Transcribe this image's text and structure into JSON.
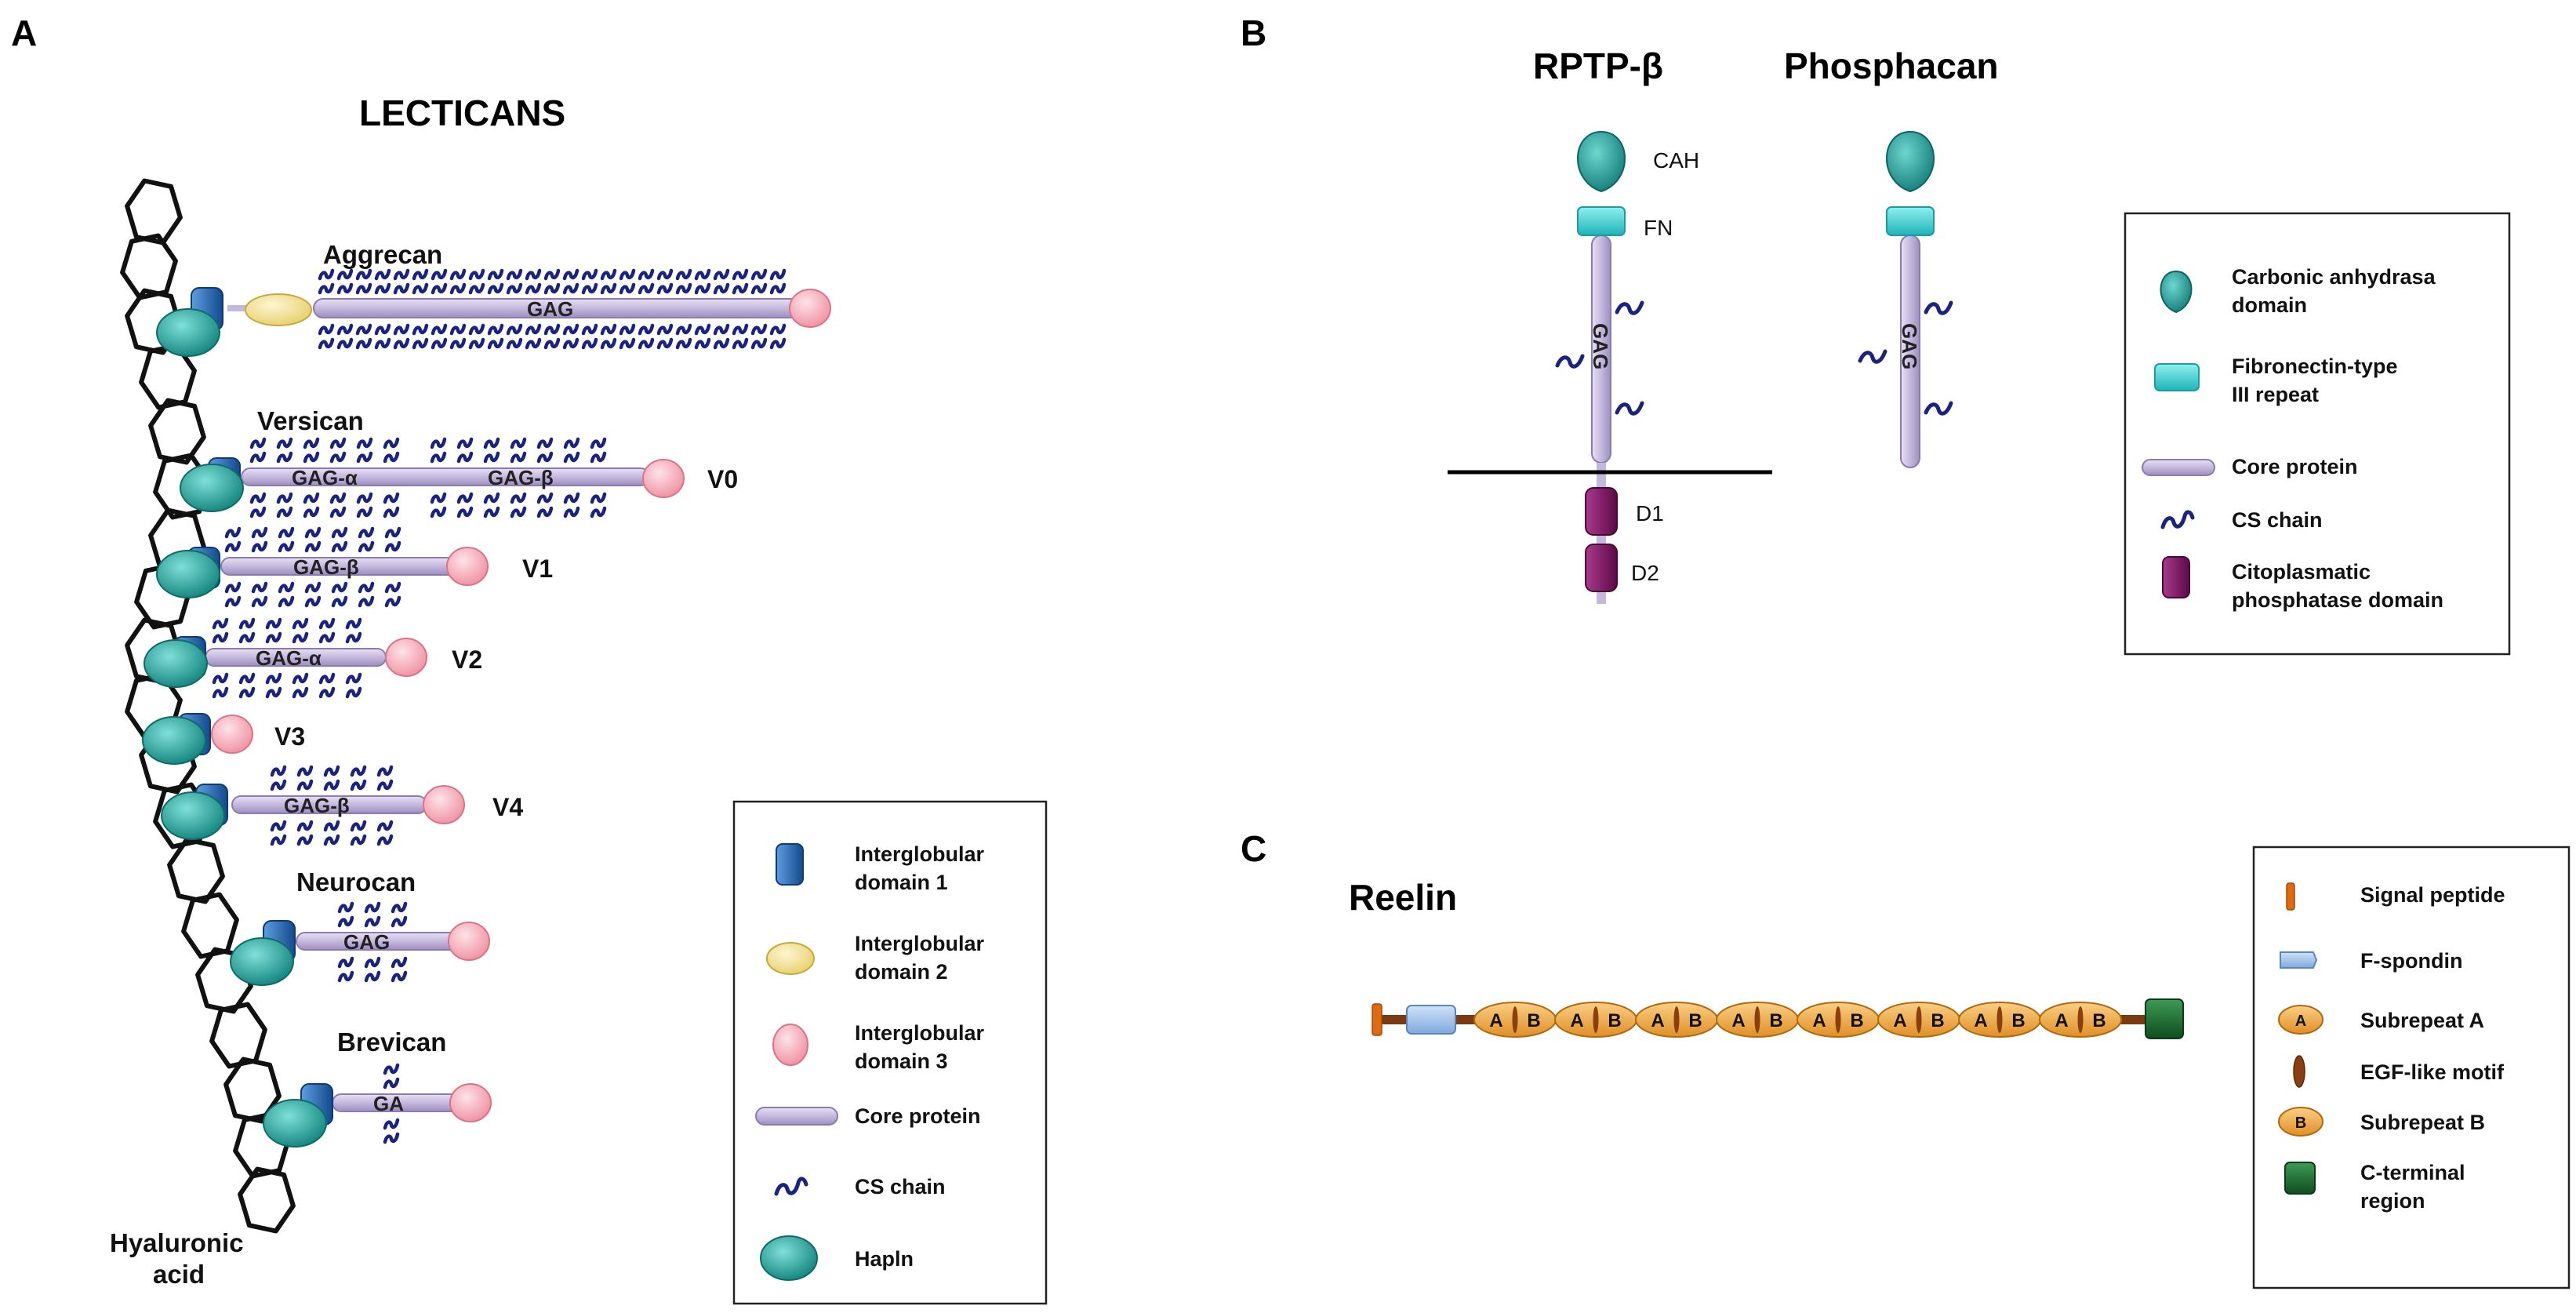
{
  "panels": {
    "a": {
      "letter": "A",
      "title": "LECTICANS",
      "hyaluronic_acid_label": "Hyaluronic acid",
      "molecules": {
        "aggrecan": {
          "name": "Aggrecan",
          "gag": "GAG"
        },
        "versican": {
          "name": "Versican",
          "gag_alpha": "GAG-α",
          "gag_beta": "GAG-β",
          "isoform": "V0"
        },
        "v1": {
          "gag": "GAG-β",
          "isoform": "V1"
        },
        "v2": {
          "gag": "GAG-α",
          "isoform": "V2"
        },
        "v3": {
          "isoform": "V3"
        },
        "v4": {
          "gag": "GAG-β",
          "isoform": "V4"
        },
        "neurocan": {
          "name": "Neurocan",
          "gag": "GAG"
        },
        "brevican": {
          "name": "Brevican",
          "gag": "GA"
        }
      },
      "legend": [
        {
          "icon": "interglobular-domain-1-icon",
          "lines": [
            "Interglobular",
            "domain 1"
          ]
        },
        {
          "icon": "interglobular-domain-2-icon",
          "lines": [
            "Interglobular",
            "domain 2"
          ]
        },
        {
          "icon": "interglobular-domain-3-icon",
          "lines": [
            "Interglobular",
            "domain 3"
          ]
        },
        {
          "icon": "core-protein-icon",
          "lines": [
            "Core protein"
          ]
        },
        {
          "icon": "cs-chain-icon",
          "lines": [
            "CS chain"
          ]
        },
        {
          "icon": "hapln-icon",
          "lines": [
            "Hapln"
          ]
        }
      ]
    },
    "b": {
      "letter": "B",
      "rptp_title": "RPTP-β",
      "phosphacan_title": "Phosphacan",
      "labels": {
        "cah": "CAH",
        "fn": "FN",
        "gag": "GAG",
        "d1": "D1",
        "d2": "D2"
      },
      "legend": [
        {
          "icon": "carbonic-anhydrase-domain-icon",
          "lines": [
            "Carbonic anhydrasa",
            "domain"
          ]
        },
        {
          "icon": "fibronectin-repeat-icon",
          "lines": [
            "Fibronectin-type",
            "III repeat"
          ]
        },
        {
          "icon": "core-protein-icon",
          "lines": [
            "Core protein"
          ]
        },
        {
          "icon": "cs-chain-icon",
          "lines": [
            "CS chain"
          ]
        },
        {
          "icon": "phosphatase-domain-icon",
          "lines": [
            "Citoplasmatic",
            "phosphatase domain"
          ]
        }
      ]
    },
    "c": {
      "letter": "C",
      "title": "Reelin",
      "subrepeat_a": "A",
      "subrepeat_b": "B",
      "legend": [
        {
          "icon": "signal-peptide-icon",
          "lines": [
            "Signal peptide"
          ]
        },
        {
          "icon": "f-spondin-icon",
          "lines": [
            "F-spondin"
          ]
        },
        {
          "icon": "subrepeat-a-icon",
          "lines": [
            "Subrepeat A"
          ],
          "glyph": "A"
        },
        {
          "icon": "egf-like-motif-icon",
          "lines": [
            "EGF-like motif"
          ]
        },
        {
          "icon": "subrepeat-b-icon",
          "lines": [
            "Subrepeat B"
          ],
          "glyph": "B"
        },
        {
          "icon": "c-terminal-region-icon",
          "lines": [
            "C-terminal",
            "region"
          ]
        }
      ]
    }
  },
  "colors": {
    "core_protein": "#c5b8de",
    "interglobular_1": "#1f5fa8",
    "interglobular_2": "#f2e29a",
    "interglobular_3": "#f3a3b0",
    "hapln": "#2aa7a0",
    "cs_chain": "#1a237e",
    "carbonic": "#1b9a92",
    "fibronectin": "#3cc9c9",
    "phosphatase": "#7b0f5e",
    "reelin_repeat": "#f0a644",
    "signal_peptide": "#e06a10",
    "f_spondin": "#9ec0e8",
    "c_terminal": "#1d6b2f"
  }
}
